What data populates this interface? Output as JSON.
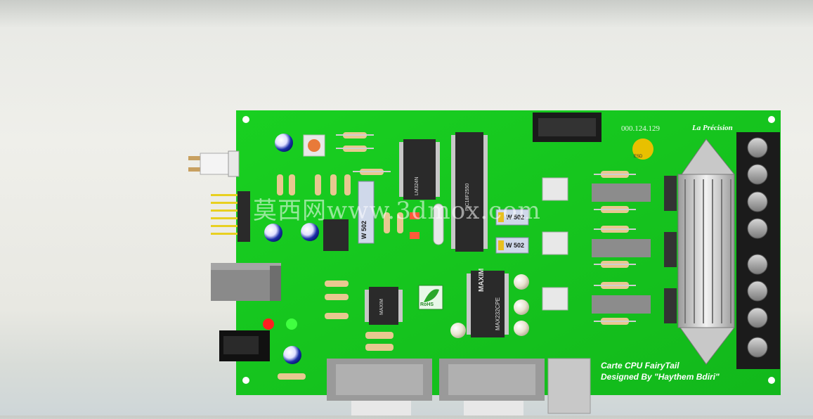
{
  "board": {
    "part_number": "000.124.129",
    "brand": "La Précision",
    "title_line1": "Carte CPU FairyTail",
    "title_line2": "Designed By \"Haythem Bdiri\"",
    "watermark": "莫西网www.3dmox.com",
    "esd_label": "ESD",
    "rohs_label": "RoHS",
    "ic_labels": {
      "maxim_large": "MAXIM",
      "maxim_large_part": "MAX232CPE",
      "maxim_small": "MAXIM",
      "pic_left": "LM324N",
      "pic_right": "PIC18F2550"
    },
    "trim_label": "W 502"
  },
  "colors": {
    "pcb_green": "#16c81e",
    "connector_gray": "#8a8a8a",
    "terminal_black": "#1b1b1b",
    "led_red": "#ff2020",
    "led_green": "#30ff30"
  }
}
